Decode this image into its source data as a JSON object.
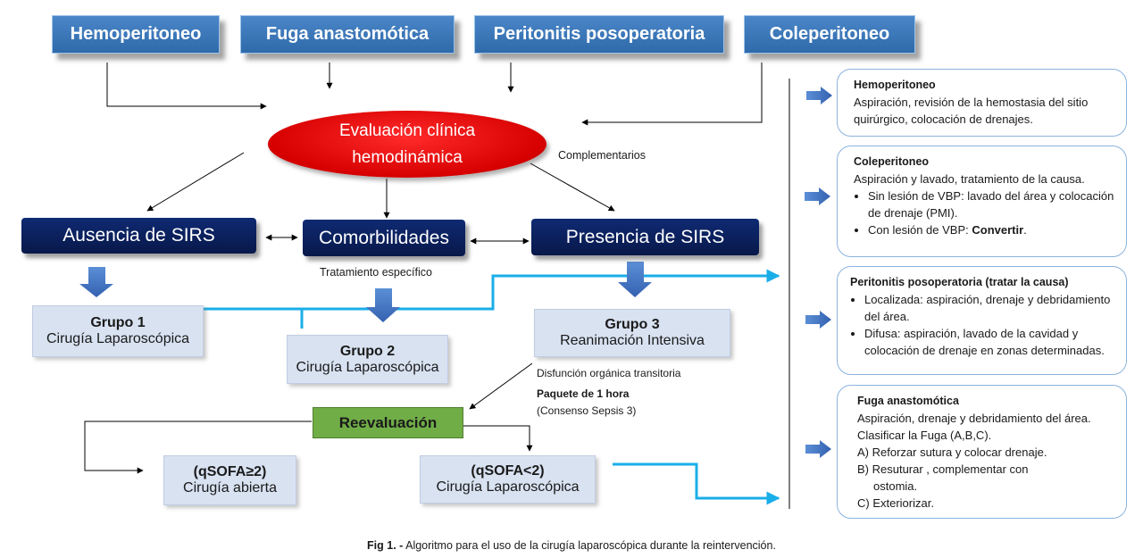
{
  "top_boxes": [
    "Hemoperitoneo",
    "Fuga anastomótica",
    "Peritonitis posoperatoria",
    "Coleperitoneo"
  ],
  "evaluation": {
    "line1": "Evaluación clínica",
    "line2": "hemodinámica"
  },
  "complementarios": "Complementarios",
  "sirs_absent": "Ausencia de SIRS",
  "comorbidities": "Comorbilidades",
  "sirs_present": "Presencia de SIRS",
  "specific_treatment": "Tratamiento específico",
  "groups": [
    {
      "title": "Grupo 1",
      "subtitle": "Cirugía Laparoscópica"
    },
    {
      "title": "Grupo 2",
      "subtitle": "Cirugía Laparoscópica"
    },
    {
      "title": "Grupo 3",
      "subtitle": "Reanimación Intensiva"
    }
  ],
  "dysfunction": "Disfunción orgánica transitoria",
  "package": {
    "title": "Paquete de 1 hora",
    "subtitle": "(Consenso Sepsis 3)"
  },
  "reevaluation": "Reevaluación",
  "qsofa_high": {
    "title": "(qSOFA≥2)",
    "subtitle": "Cirugía abierta"
  },
  "qsofa_low": {
    "title": "(qSOFA<2)",
    "subtitle": "Cirugía Laparoscópica"
  },
  "panels": {
    "hemoperitoneo": {
      "title": "Hemoperitoneo",
      "text": "Aspiración, revisión de la hemostasia del sitio quirúrgico, colocación de drenajes."
    },
    "coleperitoneo": {
      "title": "Coleperitoneo",
      "text": "Aspiración y lavado, tratamiento de la causa.",
      "bullet1": "Sin lesión de VBP: lavado del área y colocación de drenaje (PMI).",
      "bullet2_prefix": "Con lesión de VBP: ",
      "bullet2_bold": "Convertir",
      "bullet2_suffix": "."
    },
    "peritonitis": {
      "title": "Peritonitis posoperatoria (tratar la causa)",
      "bullet1": "Localizada: aspiración, drenaje y debridamiento del área.",
      "bullet2": "Difusa: aspiración, lavado de la cavidad  y colocación de drenaje en  zonas determinadas."
    },
    "fuga": {
      "title": "Fuga anastomótica",
      "text": "Aspiración, drenaje y debridamiento del área. Clasificar la Fuga (A,B,C).",
      "a": "A) Reforzar sutura y colocar  drenaje.",
      "b1": "B) Resuturar , complementar con",
      "b2": "ostomia.",
      "c": "C) Exteriorizar."
    }
  },
  "caption": {
    "bold": "Fig 1. -",
    "text": " Algoritmo para el uso de la cirugía laparoscópica durante la reintervención."
  },
  "colors": {
    "cyan_line": "#1aaee8",
    "block_arrow": "#4472c4",
    "navy": "#0c2163",
    "oval": "#e60000",
    "reevaluation": "#70ad47"
  }
}
